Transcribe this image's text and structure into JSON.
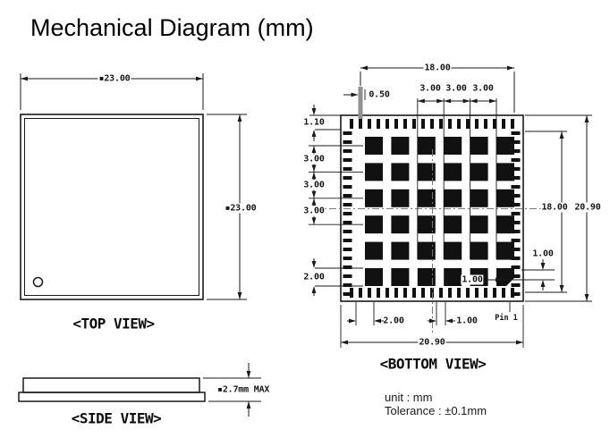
{
  "title": "Mechanical Diagram (mm)",
  "views": {
    "top": {
      "label": "<TOP VIEW>",
      "width_dim": "▪23.00",
      "height_dim": "▪23.00"
    },
    "side": {
      "label": "<SIDE VIEW>",
      "height_dim": "▪2.7mm MAX"
    },
    "bottom": {
      "label": "<BOTTOM VIEW>",
      "pin1_label": "Pin 1",
      "dims": {
        "pad_span": "18.00",
        "pad_width": "0.50",
        "col_pitch": [
          "3.00",
          "3.00",
          "3.00"
        ],
        "edge_to_pad": "1.10",
        "row_pitch": [
          "3.00",
          "3.00",
          "3.00"
        ],
        "corner_pad": "2.00",
        "right_span": "18.00",
        "right_body": "20.90",
        "right_gap": "1.00",
        "inner_gap": "1.00",
        "bottom_pad": "2.00",
        "bottom_gap": "1.00",
        "body_width": "20.90"
      }
    }
  },
  "notes": {
    "unit": "unit : mm",
    "tolerance": "Tolerance : ±0.1mm"
  },
  "colors": {
    "line": "#1a1a1a",
    "pad": "#111111",
    "gray_pad": "#919191",
    "background": "#ffffff"
  }
}
